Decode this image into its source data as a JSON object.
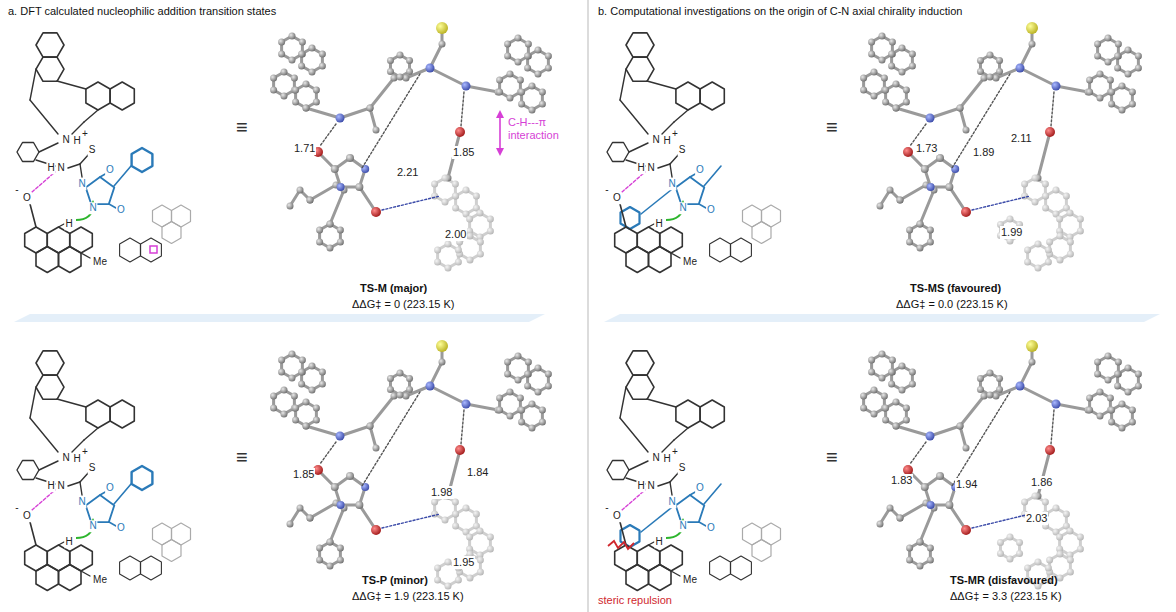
{
  "diagram": {
    "nodes": [
      {
        "text": [
          "a. DFT calculated nucleophilic addition transition states"
        ]
      },
      {
        "text": [
          "b. Computational investigations on the origin of C-N axial chirality induction"
        ]
      }
    ],
    "labels": [
      "N",
      "H",
      "+",
      "H",
      "N",
      "S",
      "N",
      "O",
      "N",
      "O",
      "-",
      "O",
      "Me",
      "H",
      "≡",
      "1.71",
      "2.21",
      "1.85",
      "2.00",
      "C-H---π interaction",
      "TS-M (major)",
      "ΔΔG‡ = 0 (223.15 K)",
      "N",
      "H",
      "+",
      "H",
      "N",
      "S",
      "N",
      "O",
      "N",
      "O",
      "-",
      "O",
      "Me",
      "H",
      "≡",
      "1.85",
      "1.98",
      "1.84",
      "1.95",
      "TS-P (minor)",
      "ΔΔG‡ = 1.9 (223.15 K)",
      "N",
      "H",
      "+",
      "H",
      "N",
      "S",
      "N",
      "O",
      "N",
      "O",
      "-",
      "O",
      "Me",
      "H",
      "≡",
      "1.73",
      "1.89",
      "2.11",
      "1.99",
      "TS-MS (favoured)",
      "ΔΔG‡ = 0.0 (223.15 K)",
      "N",
      "H",
      "+",
      "H",
      "N",
      "S",
      "N",
      "O",
      "N",
      "O",
      "-",
      "O",
      "Me",
      "H",
      "≡",
      "1.83",
      "1.94",
      "1.86",
      "2.03",
      "TS-MR (disfavoured)",
      "ΔΔG‡ = 3.3 (223.15 K)",
      "steric repulsion"
    ]
  }
}
